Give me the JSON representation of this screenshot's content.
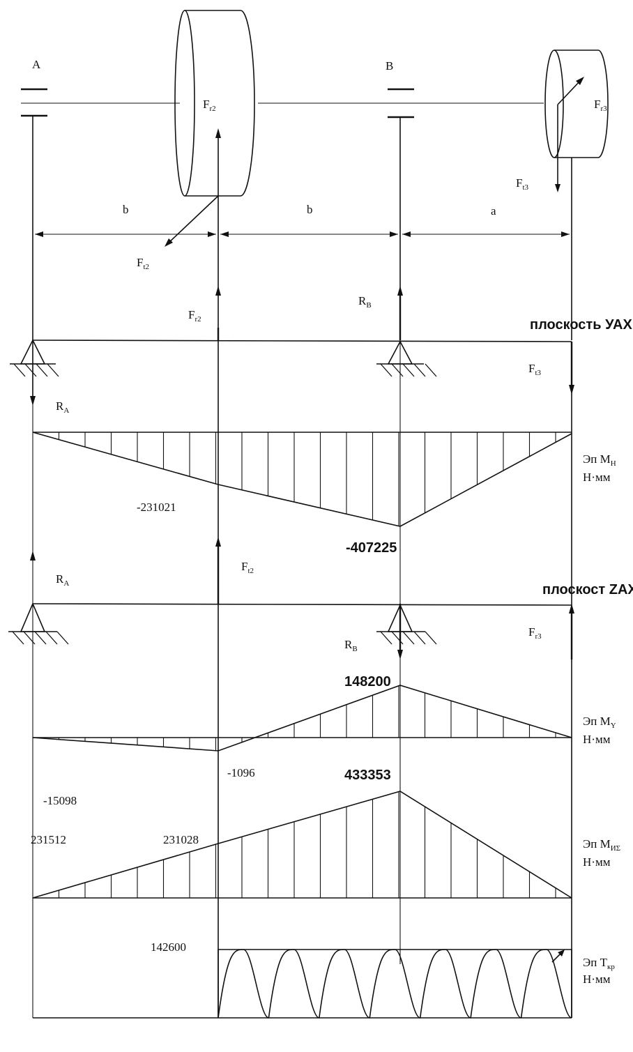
{
  "labels": {
    "A": "A",
    "B": "B",
    "b1": "b",
    "b2": "b",
    "a": "a",
    "F": "F",
    "R": "R",
    "r2": "r2",
    "t2": "t2",
    "r3": "r3",
    "t3": "t3",
    "A_sub": "A",
    "B_sub": "B"
  },
  "planes": {
    "yax": "плоскость УАХ",
    "zax": "плоскост ZAX"
  },
  "diagrams": {
    "mh": {
      "name": "Эп М",
      "sub": "Н",
      "unit": "Н·мм"
    },
    "my": {
      "name": "Эп М",
      "sub": "Y",
      "unit": "Н·мм"
    },
    "mis": {
      "name": "Эп М",
      "sub": "ИΣ",
      "unit": "Н·мм"
    },
    "tkr": {
      "name": "Эп Т",
      "sub": "кр",
      "unit": "Н·мм"
    }
  },
  "values": {
    "mh_left": "-231021",
    "mh_mid": "-407225",
    "my_peak": "148200",
    "my_a": "-15098",
    "my_gear": "-1096",
    "mis_peak": "433353",
    "mis_a": "231512",
    "mis_gear": "231028",
    "tkr": "142600"
  }
}
